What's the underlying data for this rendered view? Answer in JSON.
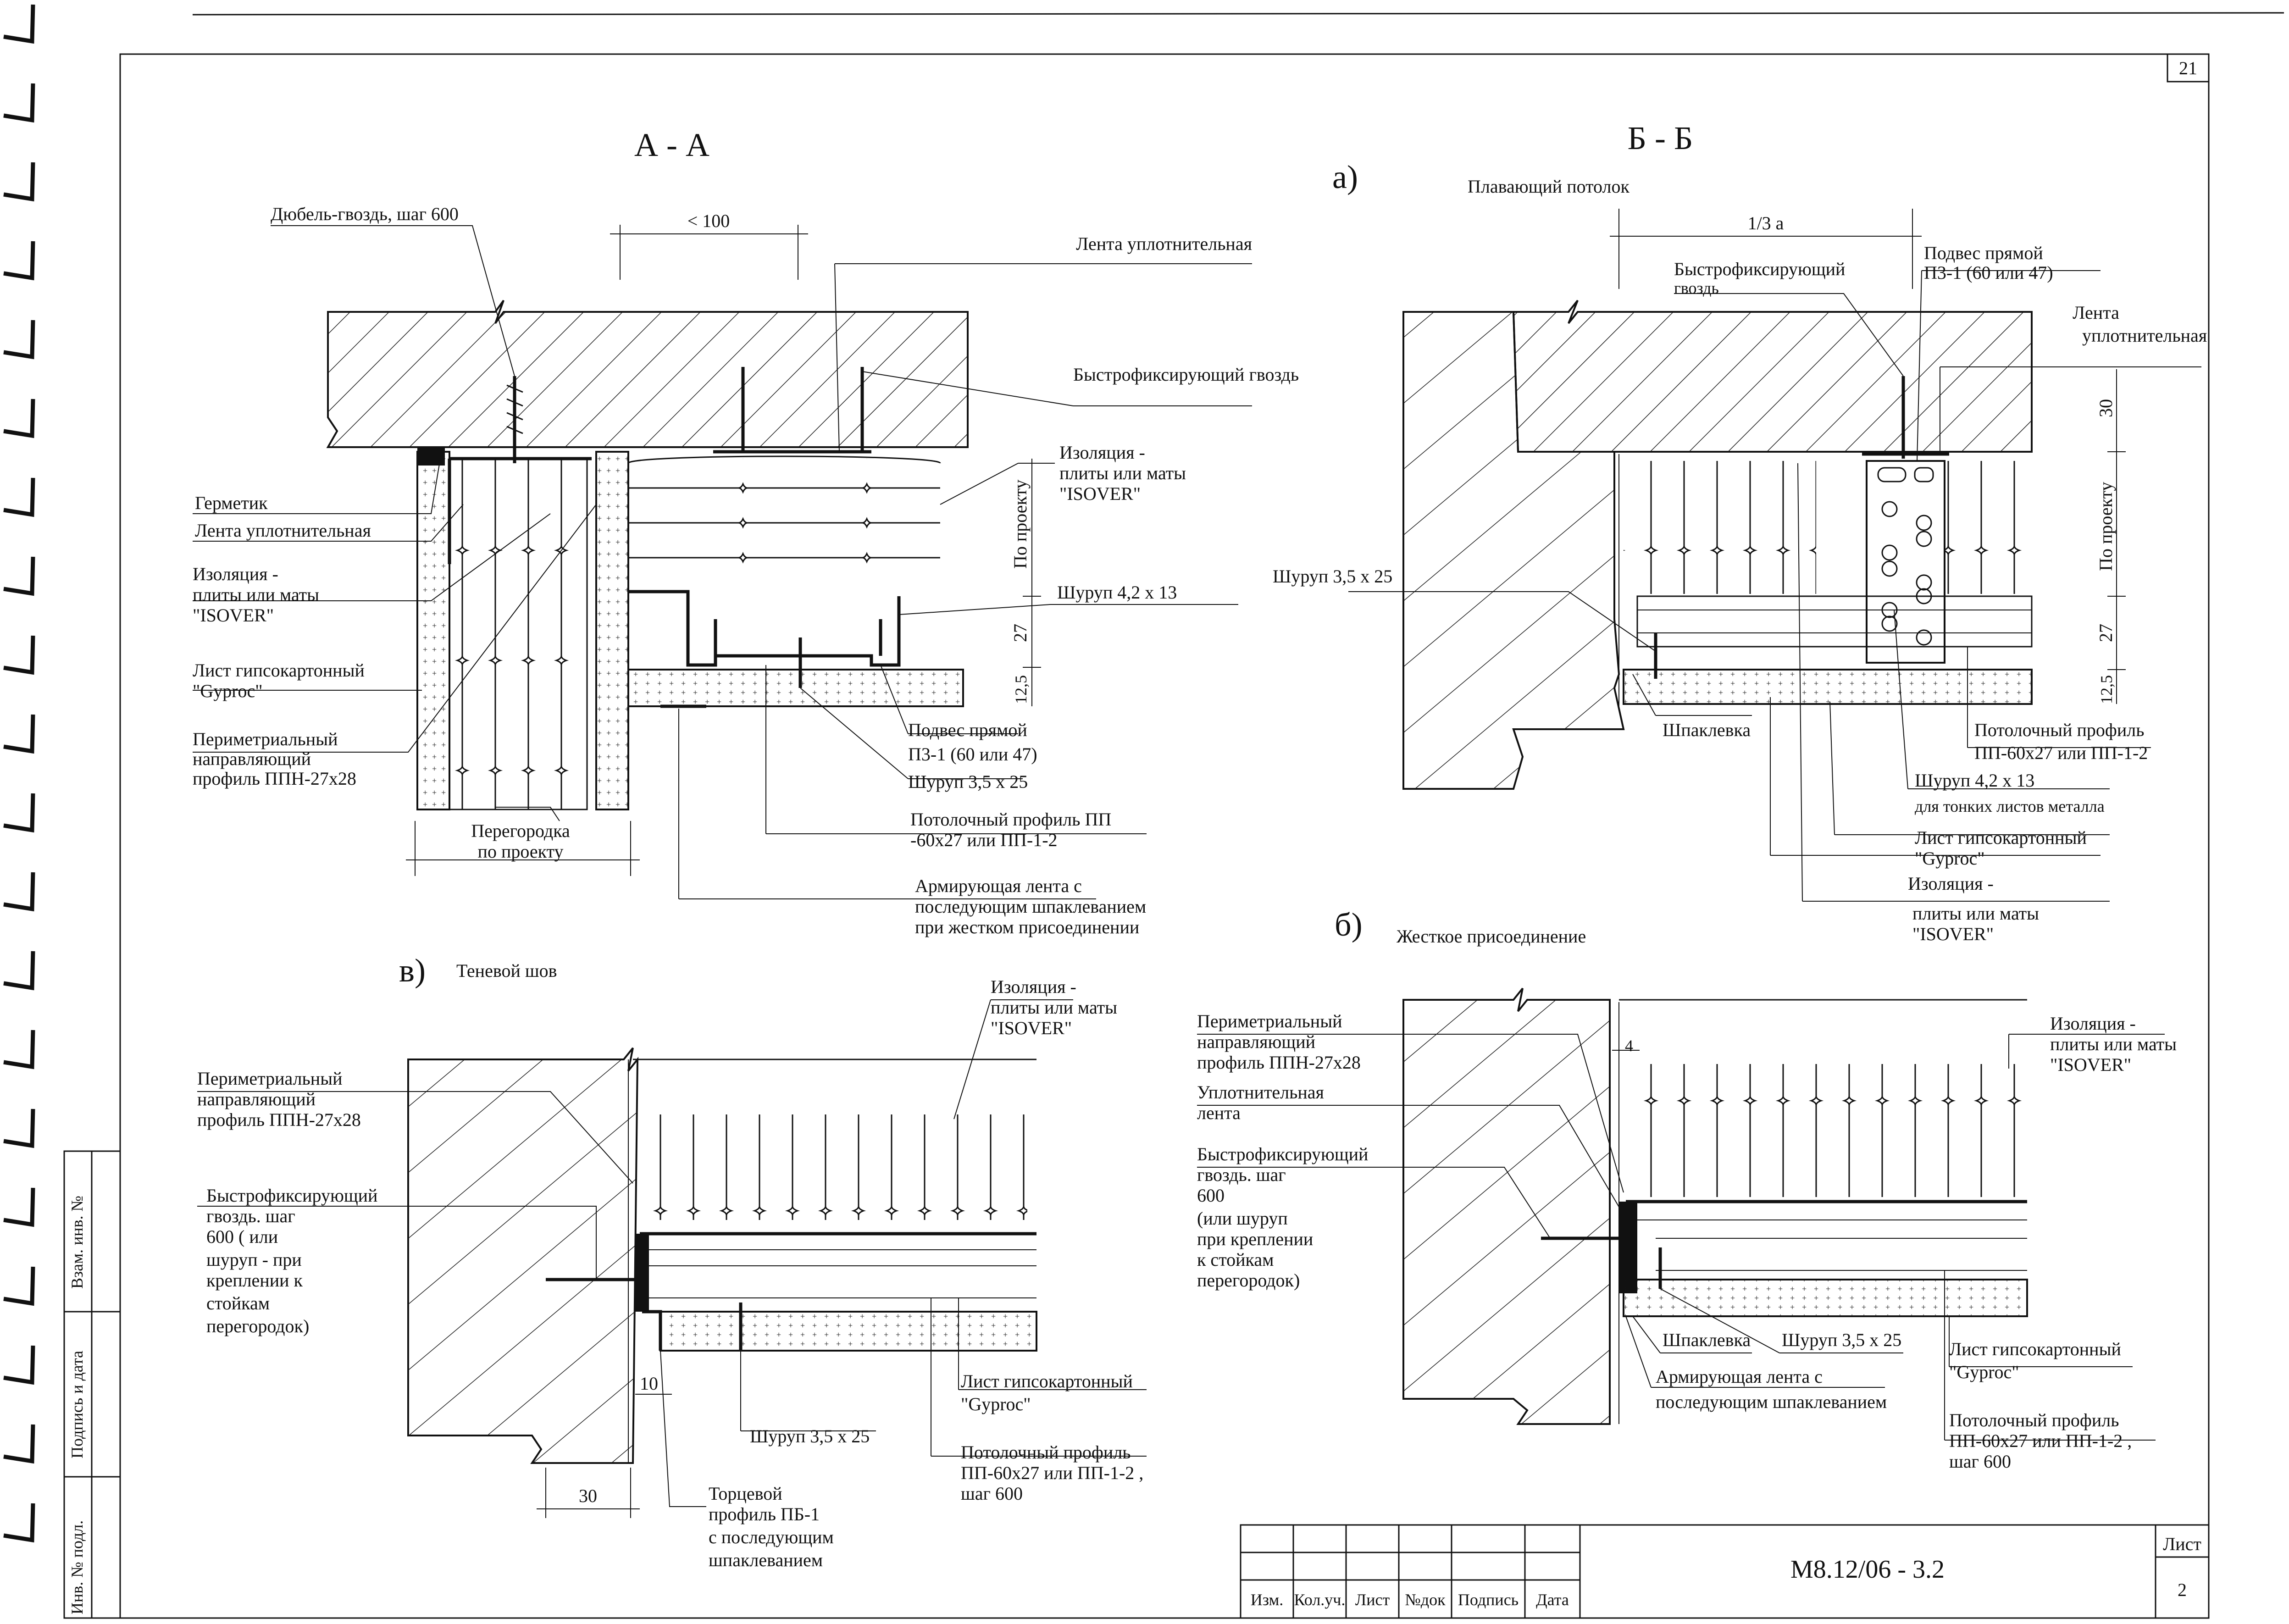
{
  "sheet": {
    "number_top": "21",
    "code": "М8.12/06 - 3.2",
    "sheet_label": "Лист",
    "sheet_number": "2"
  },
  "side_stamp": {
    "vzam": "Взам. инв. №",
    "podpis": "Подпись и дата",
    "inv": "Инв. № подл."
  },
  "title_block": {
    "headers": [
      "Изм.",
      "Кол.уч.",
      "Лист",
      "№док",
      "Подпись",
      "Дата"
    ]
  },
  "section_aa": {
    "title": "А - А",
    "dim_top": "< 100",
    "dim_depth": "По проекту",
    "dim_27": "27",
    "dim_12": "12,5",
    "labels": {
      "dowel": "Дюбель-гвоздь, шаг 600",
      "seal_tape_top": "Лента уплотнительная",
      "quick_nail": "Быстрофиксирующий гвоздь",
      "insulation_right_1": "Изоляция -",
      "insulation_right_2": "плиты или маты",
      "insulation_right_3": "\"ISOVER\"",
      "sealant": "Герметик",
      "seal_tape_left": "Лента уплотнительная",
      "insulation_left_1": "Изоляция -",
      "insulation_left_2": "плиты или маты",
      "insulation_left_3": "\"ISOVER\"",
      "screw_42": "Шуруп 4,2 х 13",
      "gkl_1": "Лист гипсокартонный",
      "gkl_2": "\"Gyproc\"",
      "perim_1": "Периметриальный",
      "perim_2": "направляющий",
      "perim_3": "профиль ППН-27х28",
      "hanger_1": "Подвес прямой",
      "hanger_2": "П3-1 (60 или 47)",
      "screw_35": "Шуруп 3,5 х 25",
      "partition_1": "Перегородка",
      "partition_2": "по проекту",
      "ceil_prof_1": "Потолочный профиль ПП",
      "ceil_prof_2": "-60х27  или ПП-1-2",
      "arm_1": "Армирующая лента с",
      "arm_2": "последующим шпаклеванием",
      "arm_3": "при жестком присоединении"
    }
  },
  "section_bb": {
    "title": "Б - Б",
    "variant_a": "а)",
    "variant_a_title": "Плавающий потолок",
    "variant_b": "б)",
    "variant_b_title": "Жесткое присоединение",
    "dim_13a": "1/3 a",
    "dim_30": "30",
    "dim_depth": "По проекту",
    "dim_27": "27",
    "dim_12": "12,5",
    "dim_4": "4",
    "labels": {
      "quick_nail_1": "Быстрофиксирующий",
      "quick_nail_2": "гвоздь",
      "hanger_1": "Подвес прямой",
      "hanger_2": "П3-1 (60 или 47)",
      "tape_1": "Лента",
      "tape_2": "уплотнительная",
      "screw_35": "Шуруп 3,5 х 25",
      "putty": "Шпаклевка",
      "ceil_prof_1": "Потолочный профиль",
      "ceil_prof_2": "ПП-60х27 или ПП-1-2",
      "screw_42_1": "Шуруп 4,2 х 13",
      "screw_42_2": "для тонких листов металла",
      "gkl_1": "Лист гипсокартонный",
      "gkl_2": "\"Gyproc\"",
      "ins_1": "Изоляция -",
      "ins_2": "плиты или маты",
      "ins_3": "\"ISOVER\"",
      "b_perim_1": "Периметриальный",
      "b_perim_2": "направляющий",
      "b_perim_3": "профиль ППН-27х28",
      "b_seal_1": "Уплотнительная",
      "b_seal_2": "лента",
      "b_nail_1": "Быстрофиксирующий",
      "b_nail_2": "гвоздь. шаг",
      "b_nail_3": "600",
      "b_nail_4": "(или шуруп",
      "b_nail_5": "при креплении",
      "b_nail_6": "к стойкам",
      "b_nail_7": "перегородок)",
      "b_ins_1": "Изоляция -",
      "b_ins_2": "плиты или маты",
      "b_ins_3": "\"ISOVER\"",
      "b_putty": "Шпаклевка",
      "b_screw": "Шуруп 3,5 х 25",
      "b_arm_1": "Армирующая лента с",
      "b_arm_2": "последующим шпаклеванием",
      "b_gkl_1": "Лист гипсокартонный",
      "b_gkl_2": "\"Gyproc\"",
      "b_prof_1": "Потолочный профиль",
      "b_prof_2": "ПП-60х27 или ПП-1-2 ,",
      "b_prof_3": "шаг 600"
    }
  },
  "section_v": {
    "variant": "в)",
    "title": "Теневой шов",
    "dim_10": "10",
    "dim_30": "30",
    "labels": {
      "ins_1": "Изоляция -",
      "ins_2": "плиты или маты",
      "ins_3": "\"ISOVER\"",
      "perim_1": "Периметриальный",
      "perim_2": "направляющий",
      "perim_3": "профиль ППН-27х28",
      "nail_1": "Быстрофиксирующий",
      "nail_2": "гвоздь. шаг",
      "nail_3": "600 ( или",
      "nail_4": "шуруп  - при",
      "nail_5": "креплении к",
      "nail_6": "стойкам",
      "nail_7": "перегородок)",
      "gkl_1": "Лист гипсокартонный",
      "gkl_2": "\"Gyproc\"",
      "screw": "Шуруп 3,5 х 25",
      "prof_1": "Потолочный профиль",
      "prof_2": "ПП-60х27 или ПП-1-2 ,",
      "prof_3": "шаг 600",
      "end_1": "Торцевой",
      "end_2": "профиль ПБ-1",
      "end_3": "с последующим",
      "end_4": "шпаклеванием"
    }
  }
}
